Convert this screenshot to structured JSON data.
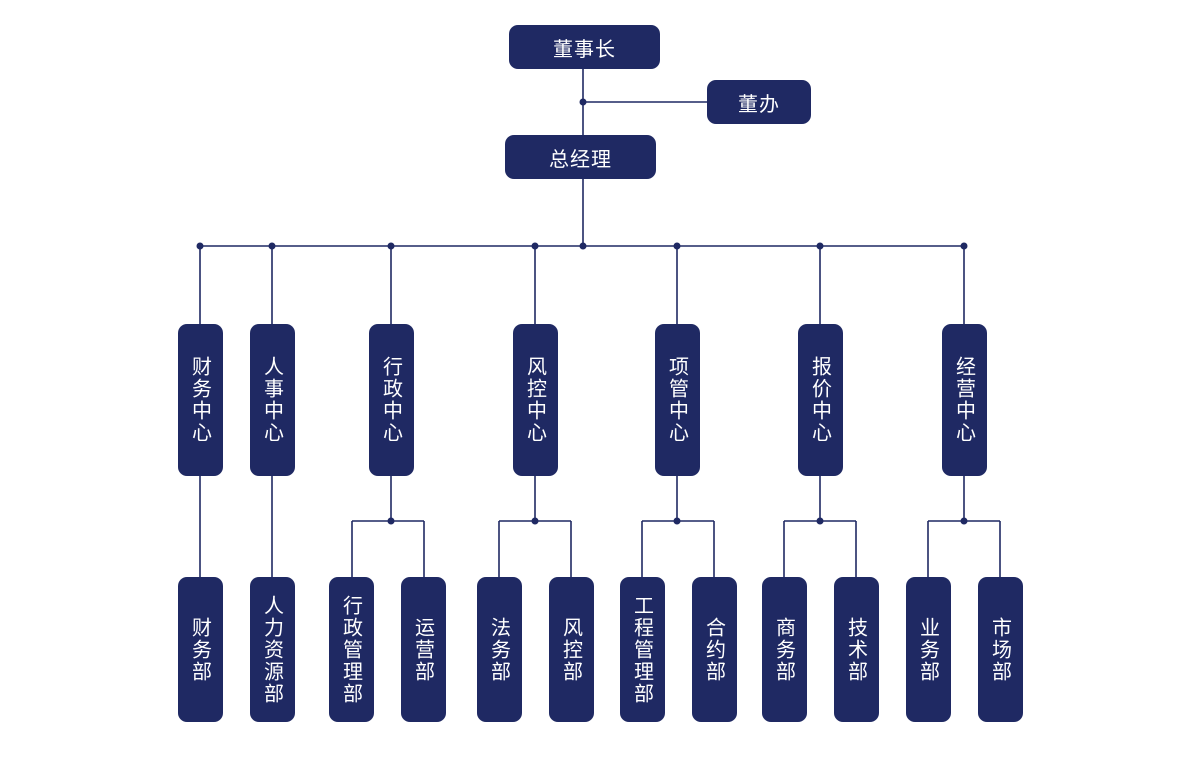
{
  "top": {
    "chairman": "董事长",
    "board_office": "董办",
    "general_manager": "总经理"
  },
  "centers": [
    "财务中心",
    "人事中心",
    "行政中心",
    "风控中心",
    "项管中心",
    "报价中心",
    "经营中心"
  ],
  "departments": [
    "财务部",
    "人力资源部",
    "行政管理部",
    "运营部",
    "法务部",
    "风控部",
    "工程管理部",
    "合约部",
    "商务部",
    "技术部",
    "业务部",
    "市场部"
  ],
  "colors": {
    "box": "#1f2963",
    "line": "#1f2963"
  }
}
